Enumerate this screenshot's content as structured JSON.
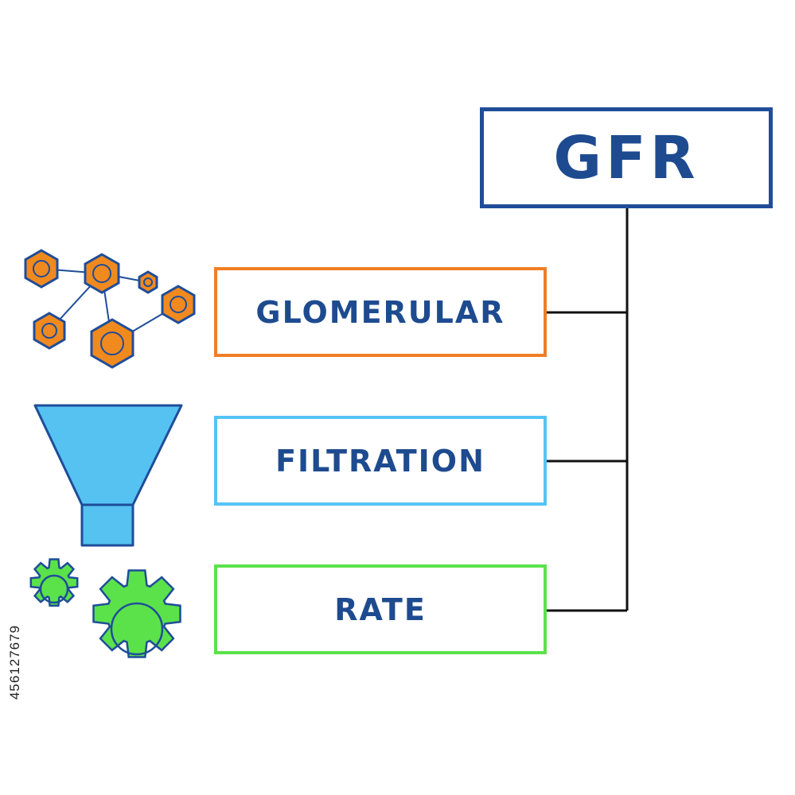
{
  "title": "GFR",
  "terms": [
    {
      "label": "GLOMERULAR",
      "color": "#f07e25",
      "icon": "molecule-icon"
    },
    {
      "label": "FILTRATION",
      "color": "#54c4f5",
      "icon": "funnel-icon"
    },
    {
      "label": "RATE",
      "color": "#5be24a",
      "icon": "gears-icon"
    }
  ],
  "title_color": "#1f4d99",
  "text_color": "#1e4b8f",
  "stock_id": "456127679"
}
